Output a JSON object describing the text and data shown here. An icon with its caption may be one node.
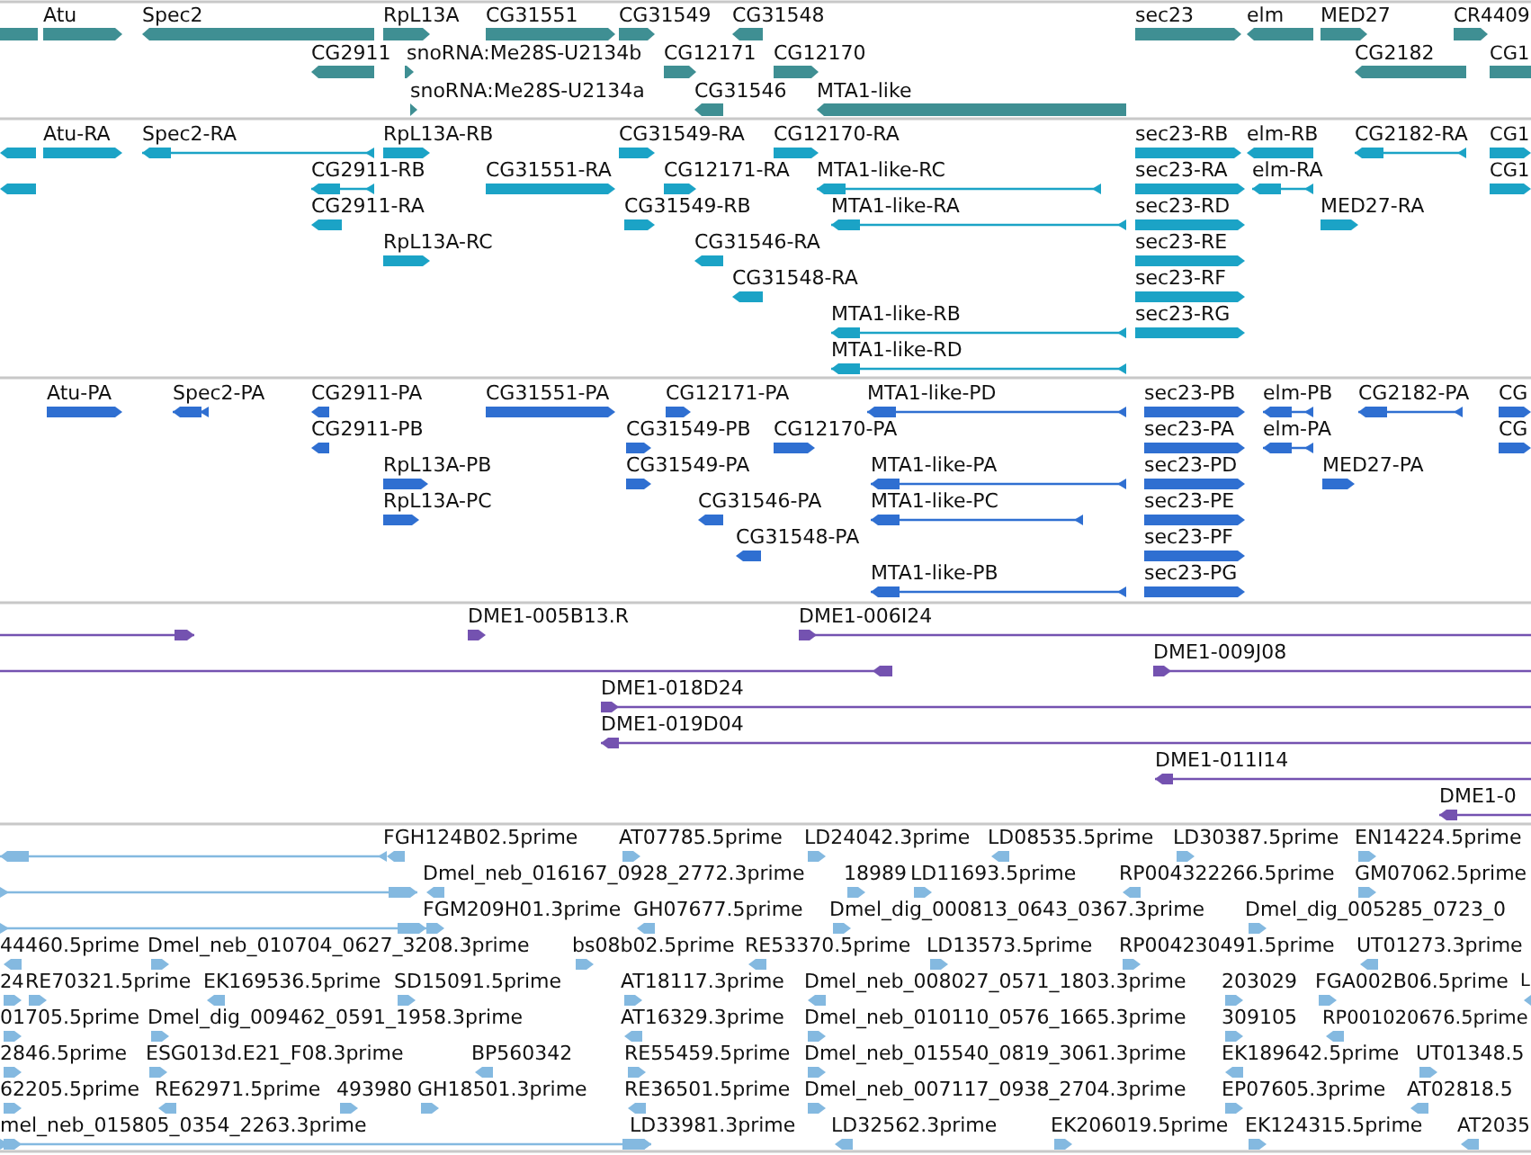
{
  "diagram": {
    "labels": [
      "Atu",
      "Spec2",
      "RpL13A",
      "CG31551",
      "CG31549",
      "CG31548",
      "sec23",
      "elm",
      "MED27",
      "CR4409",
      "CG2911",
      "snoRNA:Me28S-U2134b",
      "CG12171",
      "CG12170",
      "CG2182",
      "CG1",
      "snoRNA:Me28S-U2134a",
      "CG31546",
      "MTA1-like",
      "Atu-RA",
      "Spec2-RA",
      "RpL13A-RB",
      "CG31549-RA",
      "CG12170-RA",
      "sec23-RB",
      "elm-RB",
      "CG2182-RA",
      "CG1",
      "CG2911-RB",
      "CG31551-RA",
      "CG12171-RA",
      "MTA1-like-RC",
      "sec23-RA",
      "elm-RA",
      "CG1",
      "CG2911-RA",
      "CG31549-RB",
      "MTA1-like-RA",
      "sec23-RD",
      "MED27-RA",
      "RpL13A-RC",
      "CG31546-RA",
      "sec23-RE",
      "CG31548-RA",
      "sec23-RF",
      "MTA1-like-RB",
      "sec23-RG",
      "MTA1-like-RD",
      "Atu-PA",
      "Spec2-PA",
      "CG2911-PA",
      "CG31551-PA",
      "CG12171-PA",
      "MTA1-like-PD",
      "sec23-PB",
      "elm-PB",
      "CG2182-PA",
      "CG",
      "CG2911-PB",
      "CG31549-PB",
      "CG12170-PA",
      "sec23-PA",
      "elm-PA",
      "CG",
      "RpL13A-PB",
      "CG31549-PA",
      "MTA1-like-PA",
      "sec23-PD",
      "MED27-PA",
      "RpL13A-PC",
      "CG31546-PA",
      "MTA1-like-PC",
      "sec23-PE",
      "CG31548-PA",
      "sec23-PF",
      "MTA1-like-PB",
      "sec23-PG",
      "DME1-005B13.R",
      "DME1-006I24",
      "DME1-009J08",
      "DME1-018D24",
      "DME1-019D04",
      "DME1-011I14",
      "DME1-0",
      "FGH124B02.5prime",
      "AT07785.5prime",
      "LD24042.3prime",
      "LD08535.5prime",
      "LD30387.5prime",
      "EN14224.5prime",
      "Dmel_neb_016167_0928_2772.3prime",
      "18989",
      "LD11693.5prime",
      "RP004322266.5prime",
      "GM07062.5prime",
      "FGM209H01.3prime",
      "GH07677.5prime",
      "Dmel_dig_000813_0643_0367.3prime",
      "Dmel_dig_005285_0723_0",
      "44460.5prime",
      "Dmel_neb_010704_0627_3208.3prime",
      "bs08b02.5prime",
      "RE53370.5prime",
      "LD13573.5prime",
      "RP004230491.5prime",
      "UT01273.3prime",
      "24",
      "RE70321.5prime",
      "EK169536.5prime",
      "SD15091.5prime",
      "AT18117.3prime",
      "Dmel_neb_008027_0571_1803.3prime",
      "203029",
      "FGA002B06.5prime",
      "L",
      "01705.5prime",
      "Dmel_dig_009462_0591_1958.3prime",
      "AT16329.3prime",
      "Dmel_neb_010110_0576_1665.3prime",
      "309105",
      "RP001020676.5prime",
      "2846.5prime",
      "ESG013d.E21_F08.3prime",
      "BP560342",
      "RE55459.5prime",
      "Dmel_neb_015540_0819_3061.3prime",
      "EK189642.5prime",
      "UT01348.5",
      "62205.5prime",
      "RE62971.5prime",
      "493980",
      "GH18501.3prime",
      "RE36501.5prime",
      "Dmel_neb_007117_0938_2704.3prime",
      "EP07605.3prime",
      "AT02818.5",
      "mel_neb_015805_0354_2263.3prime",
      "LD33981.3prime",
      "LD32562.3prime",
      "EK206019.5prime",
      "EK124315.5prime",
      "AT2035"
    ]
  }
}
